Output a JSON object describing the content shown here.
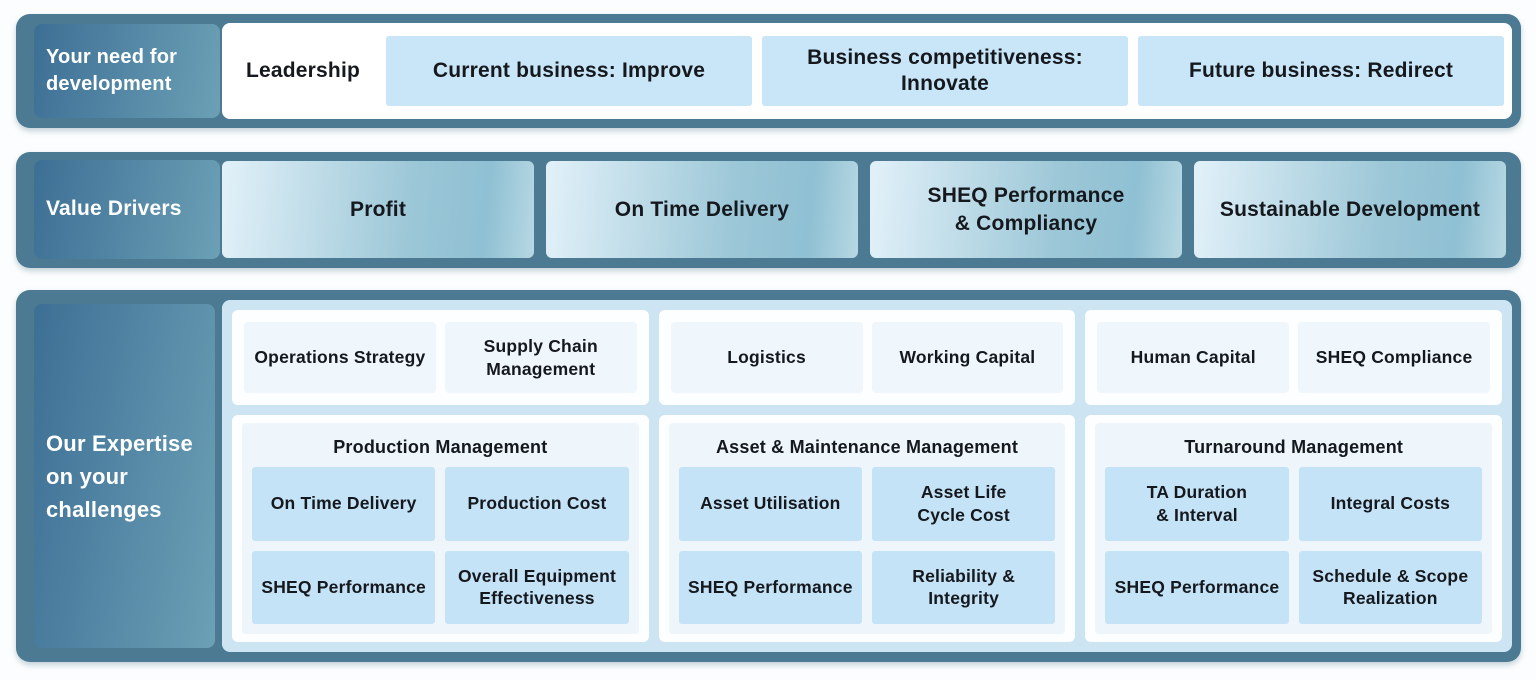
{
  "palette": {
    "band_teal": "#4b7a92",
    "label_gradient_start": "#3d6f95",
    "label_gradient_end": "#6ba0b5",
    "light_blue_item": "#c9e6f8",
    "driver_gradient_start": "#e2f1f9",
    "driver_gradient_end": "#8fc0d3",
    "expertise_background": "#cde5f3",
    "panel_white": "#fdfeff",
    "near_white_chip": "#eff6fc",
    "grid_cell_blue": "#c5e3f7",
    "text_dark": "#15181d",
    "label_text": "#ffffff"
  },
  "need_band": {
    "label": "Your need  for\ndevelopment",
    "items": [
      {
        "label": "Leadership"
      },
      {
        "label": "Current business: Improve"
      },
      {
        "label": "Business competitiveness:\nInnovate"
      },
      {
        "label": "Future business: Redirect"
      }
    ]
  },
  "drivers_band": {
    "label": "Value Drivers",
    "items": [
      {
        "label": "Profit"
      },
      {
        "label": "On Time Delivery"
      },
      {
        "label": "SHEQ Performance\n& Compliancy"
      },
      {
        "label": "Sustainable Development"
      }
    ]
  },
  "expertise_band": {
    "label": "Our Expertise\non your\nchallenges",
    "columns": [
      {
        "top_items": [
          {
            "label": "Operations Strategy"
          },
          {
            "label": "Supply Chain\nManagement"
          }
        ],
        "group": {
          "title": "Production Management",
          "items": [
            {
              "label": "On Time Delivery"
            },
            {
              "label": "Production Cost"
            },
            {
              "label": "SHEQ Performance"
            },
            {
              "label": "Overall Equipment\nEffectiveness"
            }
          ]
        }
      },
      {
        "top_items": [
          {
            "label": "Logistics"
          },
          {
            "label": "Working Capital"
          }
        ],
        "group": {
          "title": "Asset & Maintenance Management",
          "items": [
            {
              "label": "Asset Utilisation"
            },
            {
              "label": "Asset Life\nCycle Cost"
            },
            {
              "label": "SHEQ Performance"
            },
            {
              "label": "Reliability &\nIntegrity"
            }
          ]
        }
      },
      {
        "top_items": [
          {
            "label": "Human Capital"
          },
          {
            "label": "SHEQ Compliance"
          }
        ],
        "group": {
          "title": "Turnaround Management",
          "items": [
            {
              "label": "TA Duration\n& Interval"
            },
            {
              "label": "Integral Costs"
            },
            {
              "label": "SHEQ Performance"
            },
            {
              "label": "Schedule & Scope\nRealization"
            }
          ]
        }
      }
    ]
  }
}
